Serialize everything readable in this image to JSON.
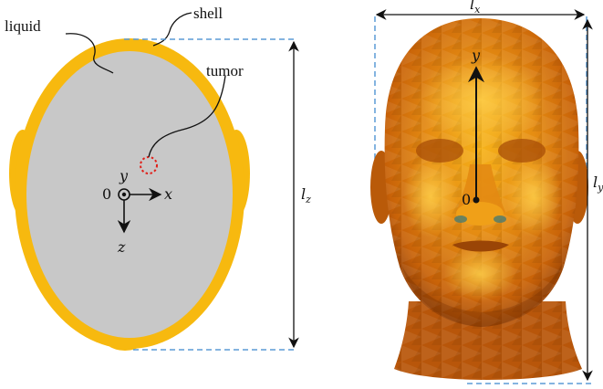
{
  "left_panel": {
    "labels": {
      "liquid": "liquid",
      "shell": "shell",
      "tumor": "tumor"
    },
    "axes": {
      "origin": "0",
      "x": "x",
      "y": "y",
      "z": "z"
    },
    "dimension": {
      "base": "l",
      "sub": "z"
    }
  },
  "right_panel": {
    "axes": {
      "origin": "0",
      "y": "y"
    },
    "dimension_top": {
      "base": "l",
      "sub": "x"
    },
    "dimension_right": {
      "base": "l",
      "sub": "y"
    }
  },
  "colors": {
    "shell": "#f7b90f",
    "liquid": "#c8c8c8",
    "tumor_marker": "#e0201a",
    "dashed_guides": "#5b9bd5",
    "head_base": "#d06a0a",
    "head_highlight": "#f6b21a",
    "head_shadow": "#8a3a05"
  }
}
